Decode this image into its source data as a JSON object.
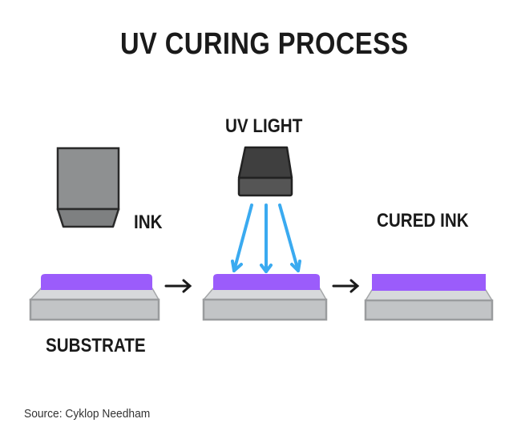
{
  "title": "UV CURING PROCESS",
  "labels": {
    "uv_light": "UV LIGHT",
    "ink": "INK",
    "cured_ink": "CURED INK",
    "substrate": "SUBSTRATE"
  },
  "source": "Source: Cyklop Needham",
  "steps": [
    {
      "name": "ink-application",
      "component": "ink-applicator-icon"
    },
    {
      "name": "uv-exposure",
      "component": "uv-lamp-icon",
      "rays": 3
    },
    {
      "name": "cured-result"
    }
  ],
  "colors": {
    "ink": "#9b5cfb",
    "uv_rays": "#3aaaf0",
    "substrate_top": "#d7d9db",
    "substrate_side": "#c2c4c6",
    "substrate_edge": "#9a9c9e",
    "applicator": "#8e9091",
    "lamp": "#3c3c3c",
    "text": "#1a1a1a"
  }
}
